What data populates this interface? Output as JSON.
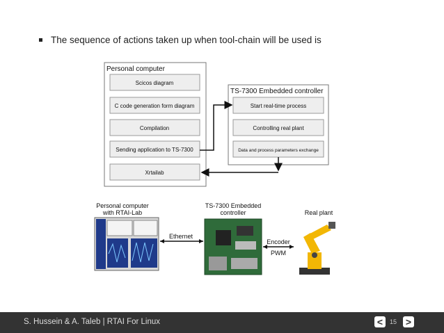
{
  "bullet_text": "The sequence of actions taken up when tool-chain will be used is",
  "diagram": {
    "pc_title": "Personal computer",
    "pc_steps": [
      "Scicos diagram",
      "C code generation form diagram",
      "Compilation",
      "Sending application to TS-7300",
      "Xrtailab"
    ],
    "ts_title": "TS-7300 Embedded controller",
    "ts_steps": [
      "Start real-time process",
      "Controlling real plant",
      "Data and process parameters exchange"
    ]
  },
  "photos": {
    "pc_label_line1": "Personal computer",
    "pc_label_line2": "with RTAI-Lab",
    "ts_label_line1": "TS-7300 Embedded",
    "ts_label_line2": "controller",
    "plant_label": "Real plant",
    "ethernet_label": "Ethernet",
    "encoder_label": "Encoder",
    "pwm_label": "PWM"
  },
  "footer": {
    "text": "S. Hussein & A. Taleb | RTAI For Linux",
    "prev": "<",
    "next": ">",
    "page": "15"
  }
}
